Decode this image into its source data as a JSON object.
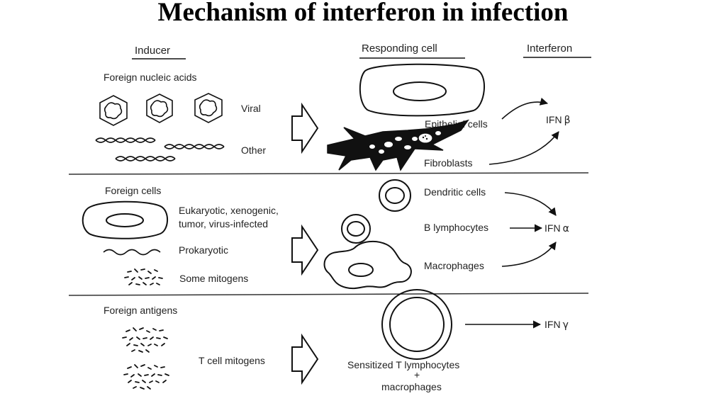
{
  "title": "Mechanism of interferon in infection",
  "headers": {
    "inducer": "Inducer",
    "responding_cell": "Responding cell",
    "interferon": "Interferon"
  },
  "section1": {
    "heading": "Foreign nucleic acids",
    "viral": "Viral",
    "other": "Other",
    "epithelial": "Epithelial cells",
    "fibroblasts": "Fibroblasts",
    "ifn_symbol": "IFN",
    "ifn_greek": "β"
  },
  "section2": {
    "heading": "Foreign cells",
    "eukaryotic_line1": "Eukaryotic, xenogenic,",
    "eukaryotic_line2": "tumor, virus-infected",
    "prokaryotic": "Prokaryotic",
    "mitogens": "Some mitogens",
    "dendritic": "Dendritic cells",
    "b_lymphocytes": "B lymphocytes",
    "macrophages": "Macrophages",
    "ifn_symbol": "IFN",
    "ifn_greek": "α"
  },
  "section3": {
    "heading": "Foreign antigens",
    "t_cell_mitogens": "T cell mitogens",
    "sensitized_line1": "Sensitized T lymphocytes",
    "plus": "+",
    "sensitized_line2": "macrophages",
    "ifn_symbol": "IFN",
    "ifn_greek": "γ"
  }
}
